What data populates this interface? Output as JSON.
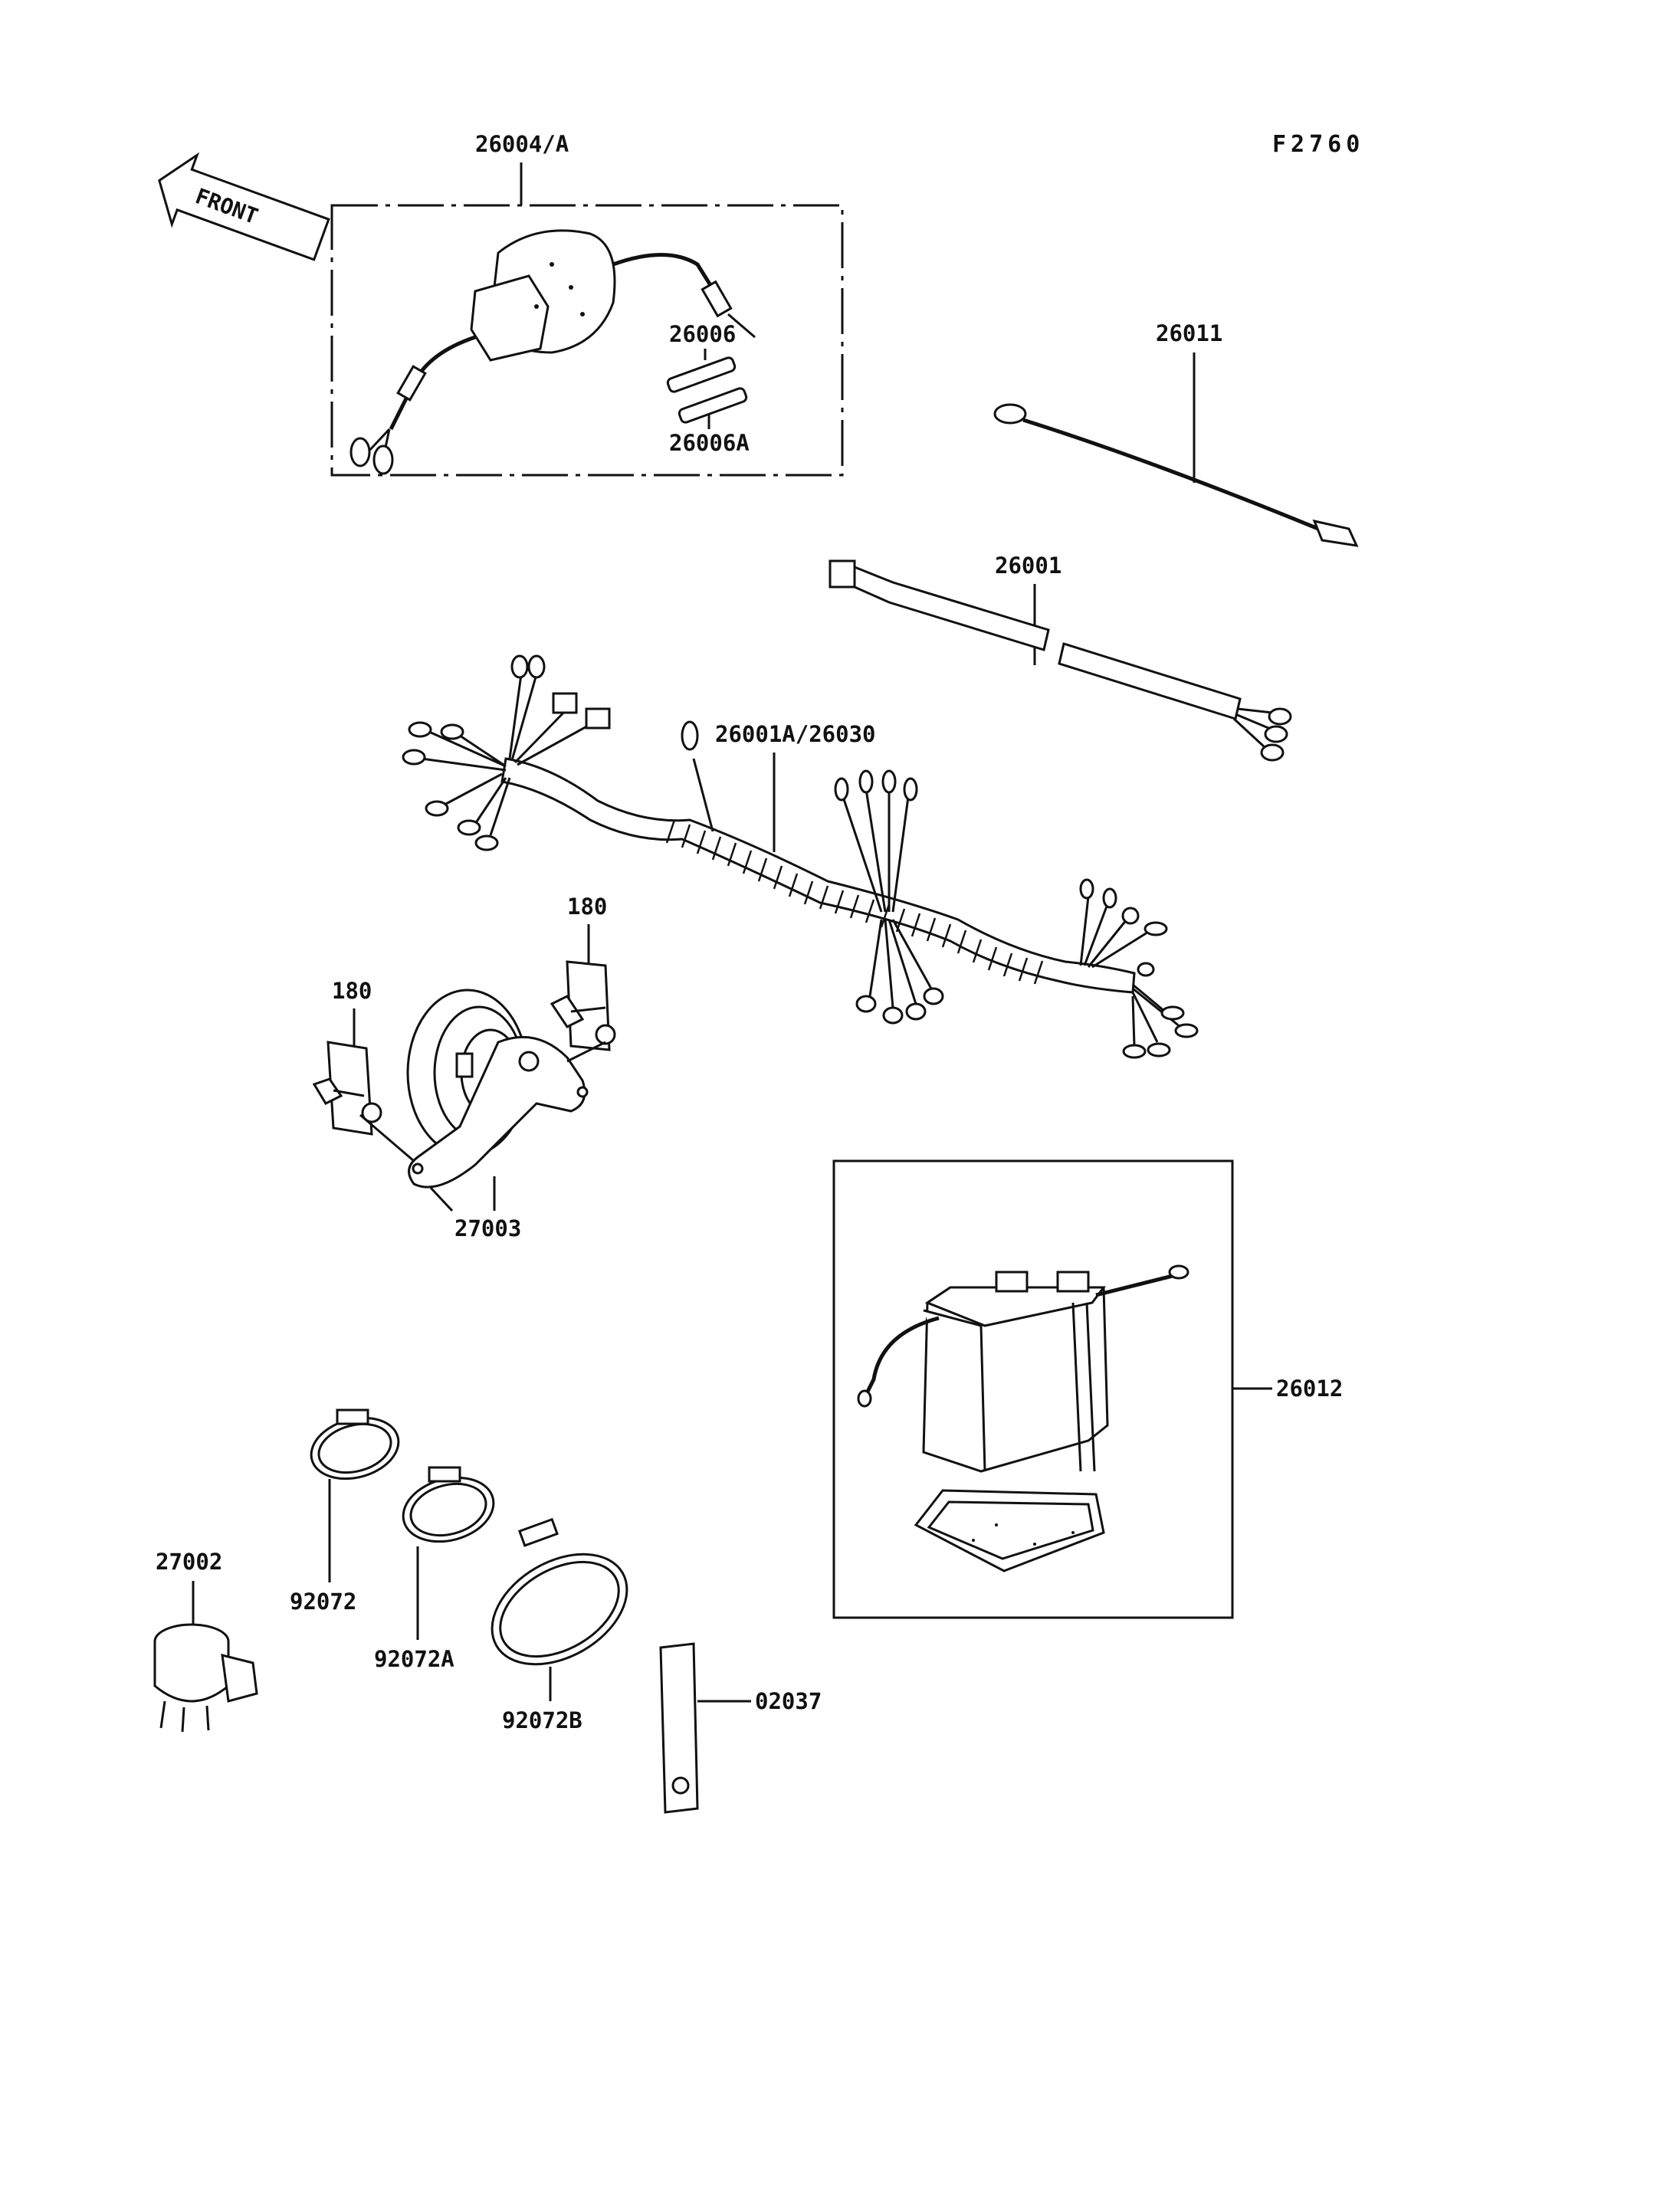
{
  "figure_code": "F2760",
  "direction_label": "FRONT",
  "labels": {
    "p26004A": "26004/A",
    "p26006": "26006",
    "p26006A": "26006A",
    "p26011": "26011",
    "p26001": "26001",
    "p26001A_26030": "26001A/26030",
    "p180_right": "180",
    "p180_left": "180",
    "p27003": "27003",
    "p26012": "26012",
    "p27002": "27002",
    "p92072": "92072",
    "p92072A": "92072A",
    "p92072B": "92072B",
    "p02037": "02037"
  }
}
